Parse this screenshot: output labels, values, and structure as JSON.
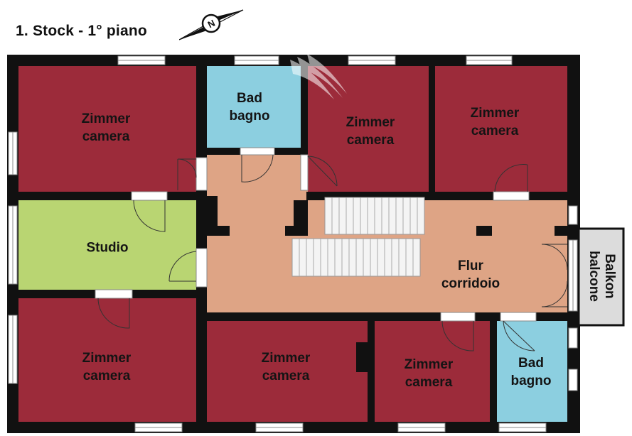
{
  "header": {
    "title": "1. Stock - 1° piano",
    "compass_letter": "N"
  },
  "rooms": {
    "room_top_left": {
      "line1": "Zimmer",
      "line2": "camera"
    },
    "bath_top": {
      "line1": "Bad",
      "line2": "bagno"
    },
    "room_top_center": {
      "line1": "Zimmer",
      "line2": "camera"
    },
    "room_top_right": {
      "line1": "Zimmer",
      "line2": "camera"
    },
    "studio": {
      "line1": "Studio"
    },
    "hall": {
      "line1": "Flur",
      "line2": "corridoio"
    },
    "balcony": {
      "line1": "Balkon",
      "line2": "balcone"
    },
    "room_bottom_left": {
      "line1": "Zimmer",
      "line2": "camera"
    },
    "room_bottom_center": {
      "line1": "Zimmer",
      "line2": "camera"
    },
    "room_bottom_right": {
      "line1": "Zimmer",
      "line2": "camera"
    },
    "bath_bottom": {
      "line1": "Bad",
      "line2": "bagno"
    }
  },
  "colors": {
    "bedroom": "#9c2b3a",
    "bathroom": "#8ccfe0",
    "studio": "#b9d572",
    "hallway": "#dea485",
    "balcony": "#dcdcdc",
    "wall": "#111111"
  }
}
